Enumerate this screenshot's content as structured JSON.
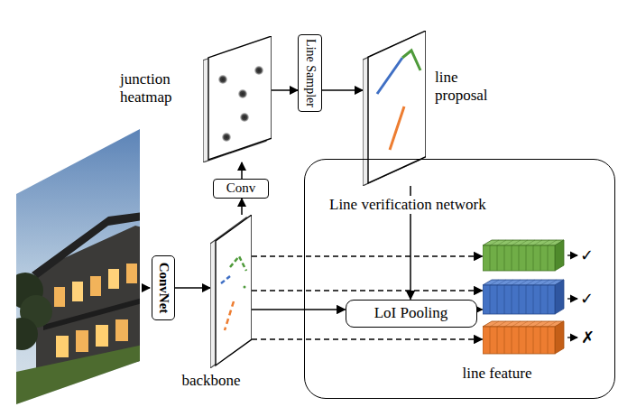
{
  "diagram": {
    "nodes": [
      {
        "text": [
          "ConvNet"
        ]
      },
      {
        "text": [
          "backbone"
        ]
      },
      {
        "text": [
          "Conv"
        ]
      },
      {
        "text": [
          "junction heatmap"
        ]
      },
      {
        "text": [
          "Line Sampler"
        ]
      },
      {
        "text": [
          "line proposal"
        ]
      },
      {
        "text": [
          "Line verification network"
        ]
      },
      {
        "text": [
          "LoI Pooling"
        ],
        "in": 6
      },
      {
        "text": [
          "line feature"
        ],
        "in": 6
      }
    ],
    "edges": [
      {
        "from": 0,
        "to": 1,
        "arrow": "to"
      },
      {
        "from": 1,
        "to": 2,
        "arrow": "to"
      },
      {
        "from": 2,
        "to": 3,
        "arrow": "to"
      },
      {
        "from": 3,
        "to": 4,
        "arrow": "to"
      },
      {
        "from": 4,
        "to": 5,
        "arrow": "to"
      },
      {
        "from": 5,
        "to": 7,
        "arrow": "to"
      },
      {
        "from": 1,
        "to": 7,
        "arrow": "to"
      },
      {
        "from": 7,
        "to": 8,
        "arrow": "to"
      },
      {
        "from": 1,
        "to": 8,
        "arrow": "to"
      },
      {
        "from": 1,
        "to": 8,
        "arrow": "to"
      },
      {
        "from": 1,
        "to": 8,
        "arrow": "to"
      }
    ],
    "labels": [
      "✓",
      "✓",
      "✗"
    ]
  }
}
